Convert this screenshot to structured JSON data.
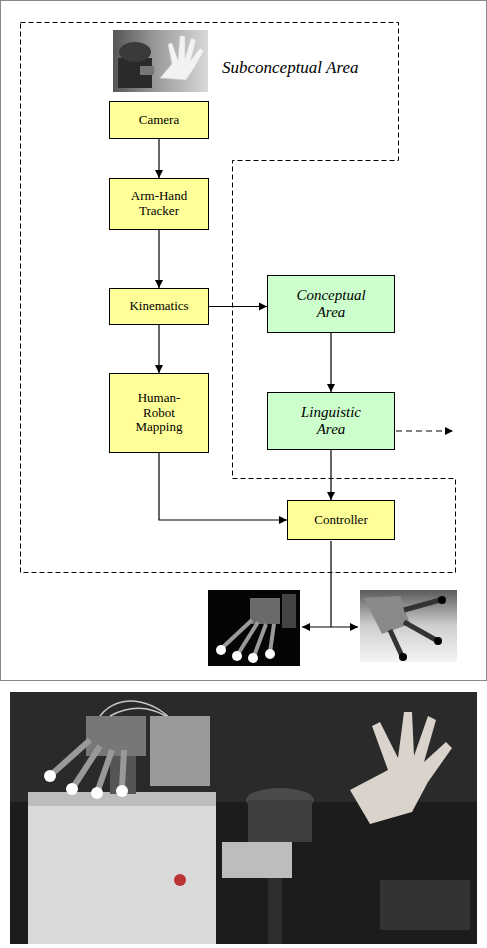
{
  "diagram": {
    "nodes": [
      {
        "text": [
          "Subconceptual Area"
        ]
      },
      {
        "text": [
          "Camera"
        ],
        "in": 0
      },
      {
        "text": [
          "Arm-Hand Tracker"
        ],
        "in": 0
      },
      {
        "text": [
          "Kinematics"
        ],
        "in": 0
      },
      {
        "text": [
          "Conceptual Area"
        ]
      },
      {
        "text": [
          "Human-Robot Mapping"
        ],
        "in": 0
      },
      {
        "text": [
          "Linguistic Area"
        ]
      },
      {
        "text": [
          "Controller"
        ],
        "in": 0
      }
    ],
    "edges": [
      {
        "from": 1,
        "to": 2,
        "arrow": "to"
      },
      {
        "from": 2,
        "to": 3,
        "arrow": "to"
      },
      {
        "from": 3,
        "to": 4,
        "arrow": "to"
      },
      {
        "from": 3,
        "to": 5,
        "arrow": "to"
      },
      {
        "from": 4,
        "to": 6,
        "arrow": "to"
      },
      {
        "from": 6,
        "to": 7,
        "arrow": "to"
      },
      {
        "from": 5,
        "to": 7,
        "arrow": "to"
      }
    ]
  }
}
